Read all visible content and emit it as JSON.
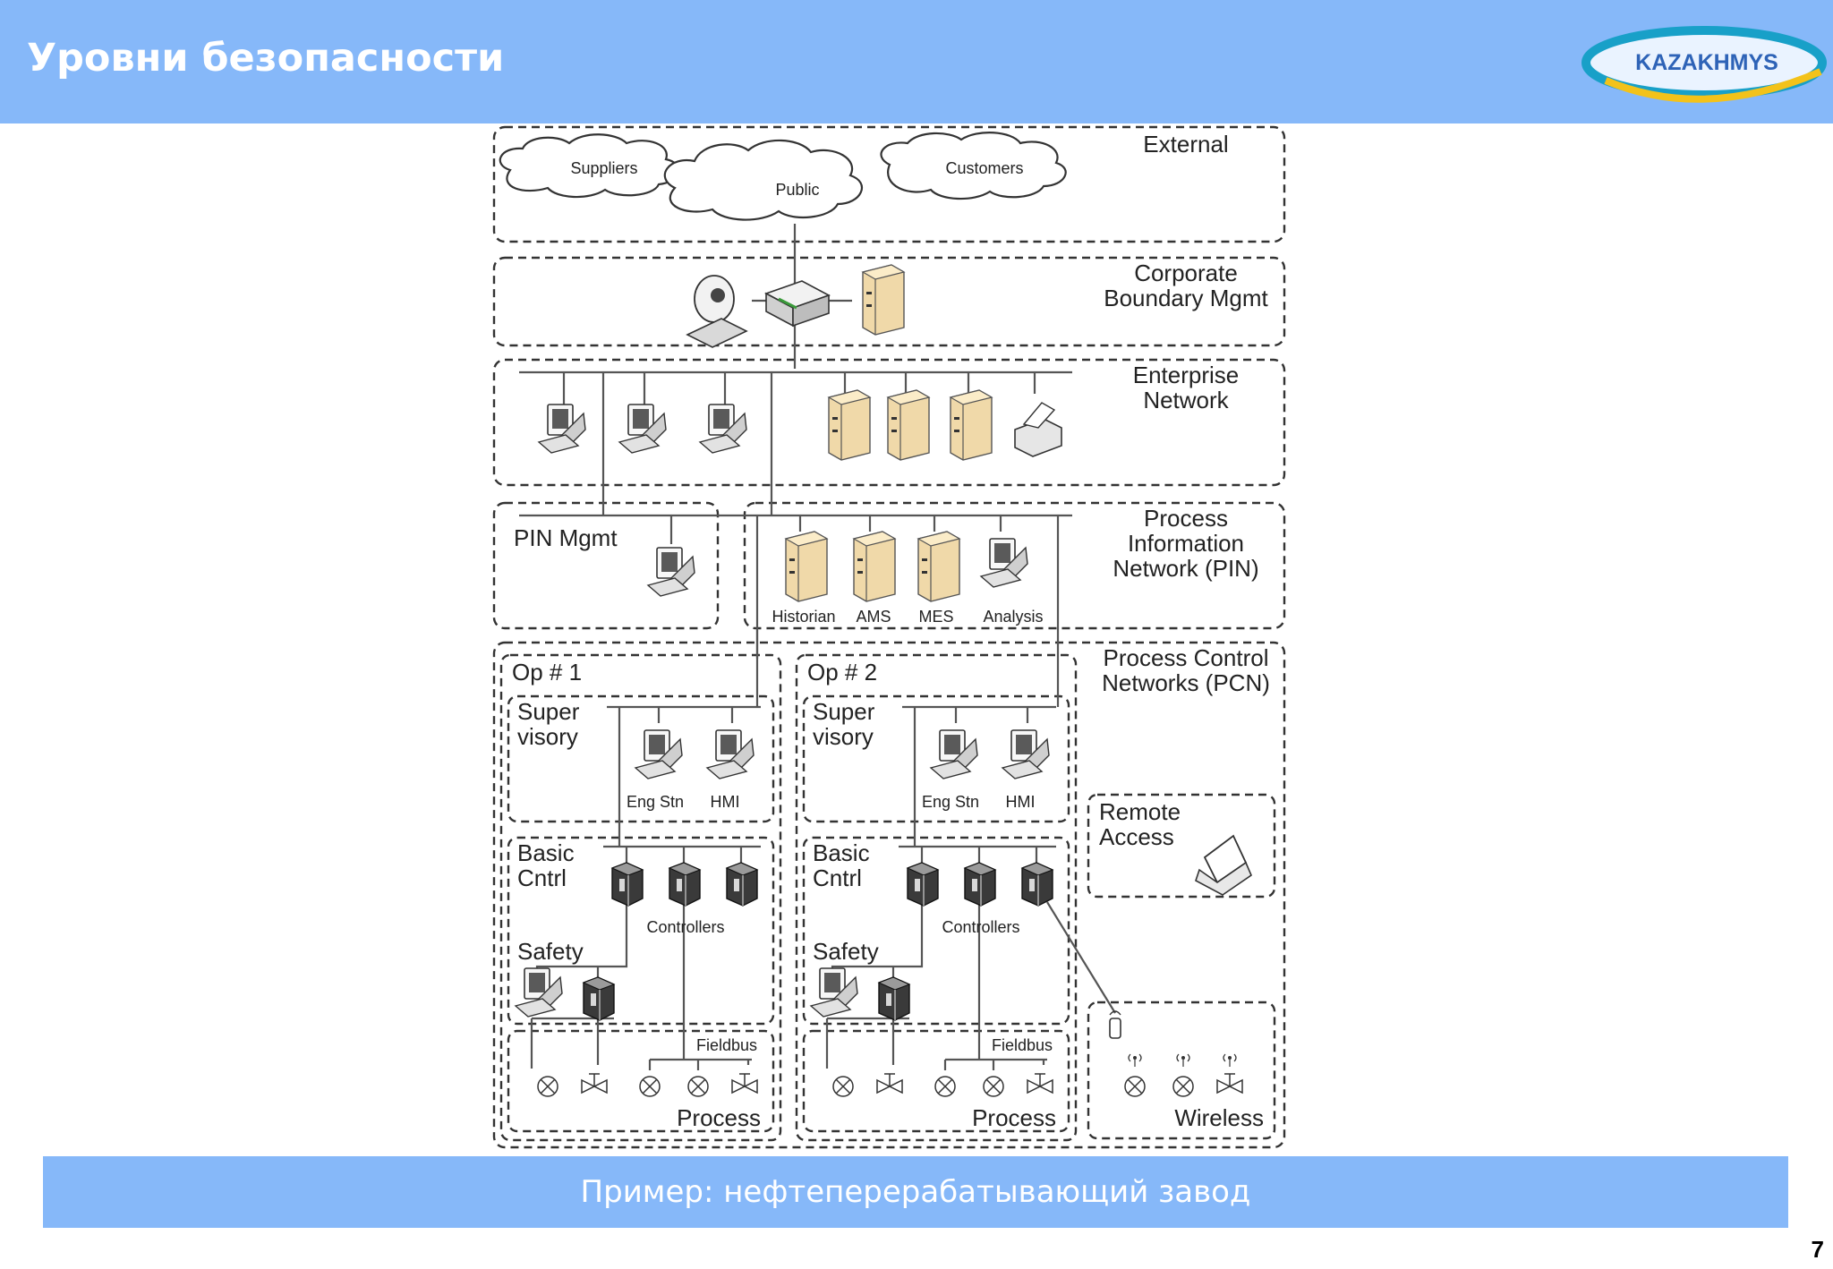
{
  "header": {
    "title": "Уровни безопасности"
  },
  "logo": {
    "text": "KAZAKHMYS"
  },
  "colors": {
    "header_bg": "#86b8f9",
    "footer_bg": "#86b8f9",
    "text_on_bar": "#ffffff"
  },
  "diagram": {
    "zones": {
      "external": "External",
      "corporate_1": "Corporate",
      "corporate_2": "Boundary Mgmt",
      "enterprise_1": "Enterprise",
      "enterprise_2": "Network",
      "pin_mgmt": "PIN Mgmt",
      "pin_1": "Process",
      "pin_2": "Information",
      "pin_3": "Network (PIN)",
      "pcn_1": "Process Control",
      "pcn_2": "Networks (PCN)",
      "op1": "Op # 1",
      "op2": "Op # 2",
      "remote_1": "Remote",
      "remote_2": "Access"
    },
    "clouds": {
      "suppliers": "Suppliers",
      "public": "Public",
      "customers": "Customers"
    },
    "pin_devices": {
      "historian": "Historian",
      "ams": "AMS",
      "mes": "MES",
      "analysis": "Analysis"
    },
    "op": {
      "supervisory_1": "Super",
      "supervisory_2": "visory",
      "eng_stn": "Eng Stn",
      "hmi": "HMI",
      "basic_1": "Basic",
      "basic_2": "Cntrl",
      "controllers": "Controllers",
      "safety": "Safety",
      "fieldbus": "Fieldbus",
      "process": "Process"
    },
    "wireless": "Wireless"
  },
  "footer": {
    "caption": "Пример: нефтеперерабатывающий завод"
  },
  "page_number": "7"
}
